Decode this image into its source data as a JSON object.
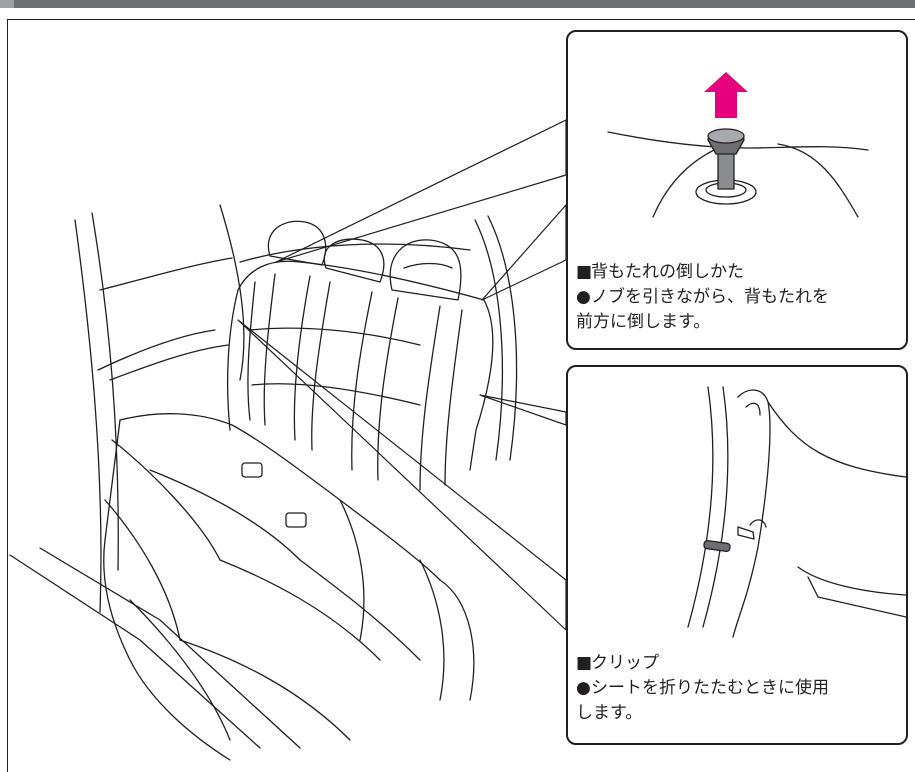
{
  "recline": {
    "heading": "背もたれの倒しかた",
    "bullet": "ノブを引きながら、背もたれを",
    "bullet_cont": "前方に倒します。"
  },
  "clip": {
    "heading": "クリップ",
    "bullet": "シートを折りたたむときに使用",
    "bullet_cont": "します。"
  },
  "symbols": {
    "square": "■",
    "bullet": "●"
  },
  "colors": {
    "arrow": "#e6007e",
    "line": "#231f20",
    "header_bar": "#6d6e71"
  }
}
